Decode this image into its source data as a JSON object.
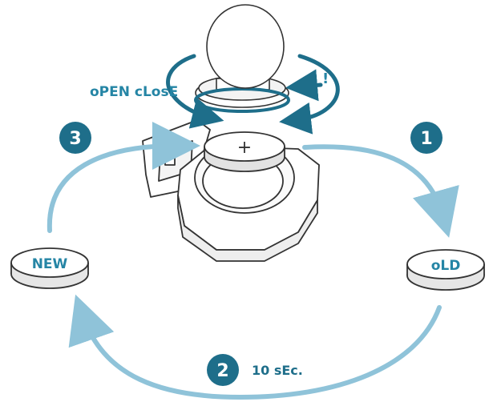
{
  "labels": {
    "open_close": "oPEN cLosE",
    "exclaim": "!",
    "plus": "+",
    "new": "NEW",
    "old": "oLD",
    "seconds": "10 sEc."
  },
  "steps": [
    "1",
    "2",
    "3"
  ],
  "colors": {
    "accent_dark": "#1e6e8a",
    "accent_text": "#2585a5",
    "arrow_light": "#8fc3d9",
    "outline": "#333333"
  },
  "icons": [
    "coin-battery-icon",
    "rotate-arrow-icon",
    "step-badge-icon"
  ]
}
